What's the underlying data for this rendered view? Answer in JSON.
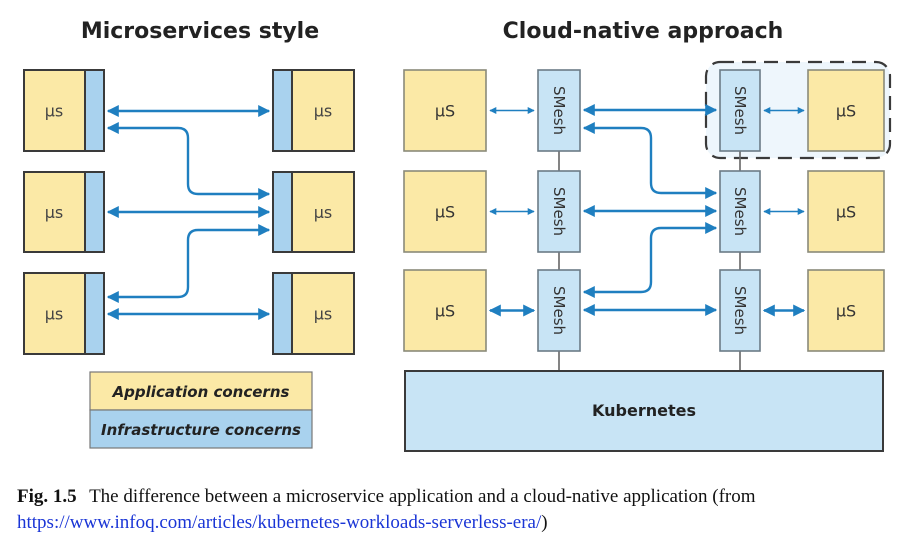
{
  "colors": {
    "app": "#fbe9a6",
    "infra": "#a9d2ee",
    "mesh": "#c8e4f5",
    "kubernetes": "#c8e4f5",
    "arrow": "#1f7fc0",
    "box_border": "#3a3a3a",
    "mesh_border": "#6b7b86",
    "dashed_border": "#3a3a3a",
    "dashed_fill": "#eef6fc",
    "link": "#1a35d6"
  },
  "left_panel": {
    "title": "Microservices style",
    "service_label": "μs",
    "services": [
      {
        "side": "left",
        "row": 1
      },
      {
        "side": "left",
        "row": 2
      },
      {
        "side": "left",
        "row": 3
      },
      {
        "side": "right",
        "row": 1
      },
      {
        "side": "right",
        "row": 2
      },
      {
        "side": "right",
        "row": 3
      }
    ],
    "connections": [
      {
        "from": "left-1",
        "to": "right-1",
        "type": "bidirectional"
      },
      {
        "from": "right-2",
        "to": "left-1",
        "type": "routed-both-ends"
      },
      {
        "from": "left-2",
        "to": "right-2",
        "type": "bidirectional"
      },
      {
        "from": "left-3",
        "to": "right-2",
        "type": "routed-both-ends"
      },
      {
        "from": "left-3",
        "to": "right-3",
        "type": "bidirectional"
      }
    ],
    "legend": [
      {
        "label": "Application concerns",
        "color_key": "app"
      },
      {
        "label": "Infrastructure concerns",
        "color_key": "infra"
      }
    ]
  },
  "right_panel": {
    "title": "Cloud-native approach",
    "service_label": "μS",
    "mesh_label": "SMesh",
    "platform_label": "Kubernetes",
    "rows": [
      1,
      2,
      3
    ],
    "highlighted_group": "row-1-right",
    "connections": [
      {
        "from": "mesh-1-1",
        "to": "mesh-2-1",
        "type": "bidirectional"
      },
      {
        "from": "mesh-2-2",
        "to": "mesh-1-1",
        "type": "routed-both-ends"
      },
      {
        "from": "mesh-1-2",
        "to": "mesh-2-2",
        "type": "bidirectional"
      },
      {
        "from": "mesh-1-3",
        "to": "mesh-2-2",
        "type": "routed-both-ends"
      },
      {
        "from": "mesh-1-3",
        "to": "mesh-2-3",
        "type": "bidirectional"
      }
    ]
  },
  "caption": {
    "label": "Fig. 1.5",
    "text": "The difference between a microservice application and a cloud-native application (from",
    "link_text": "https://www.infoq.com/articles/kubernetes-workloads-serverless-era/",
    "suffix": ")"
  }
}
